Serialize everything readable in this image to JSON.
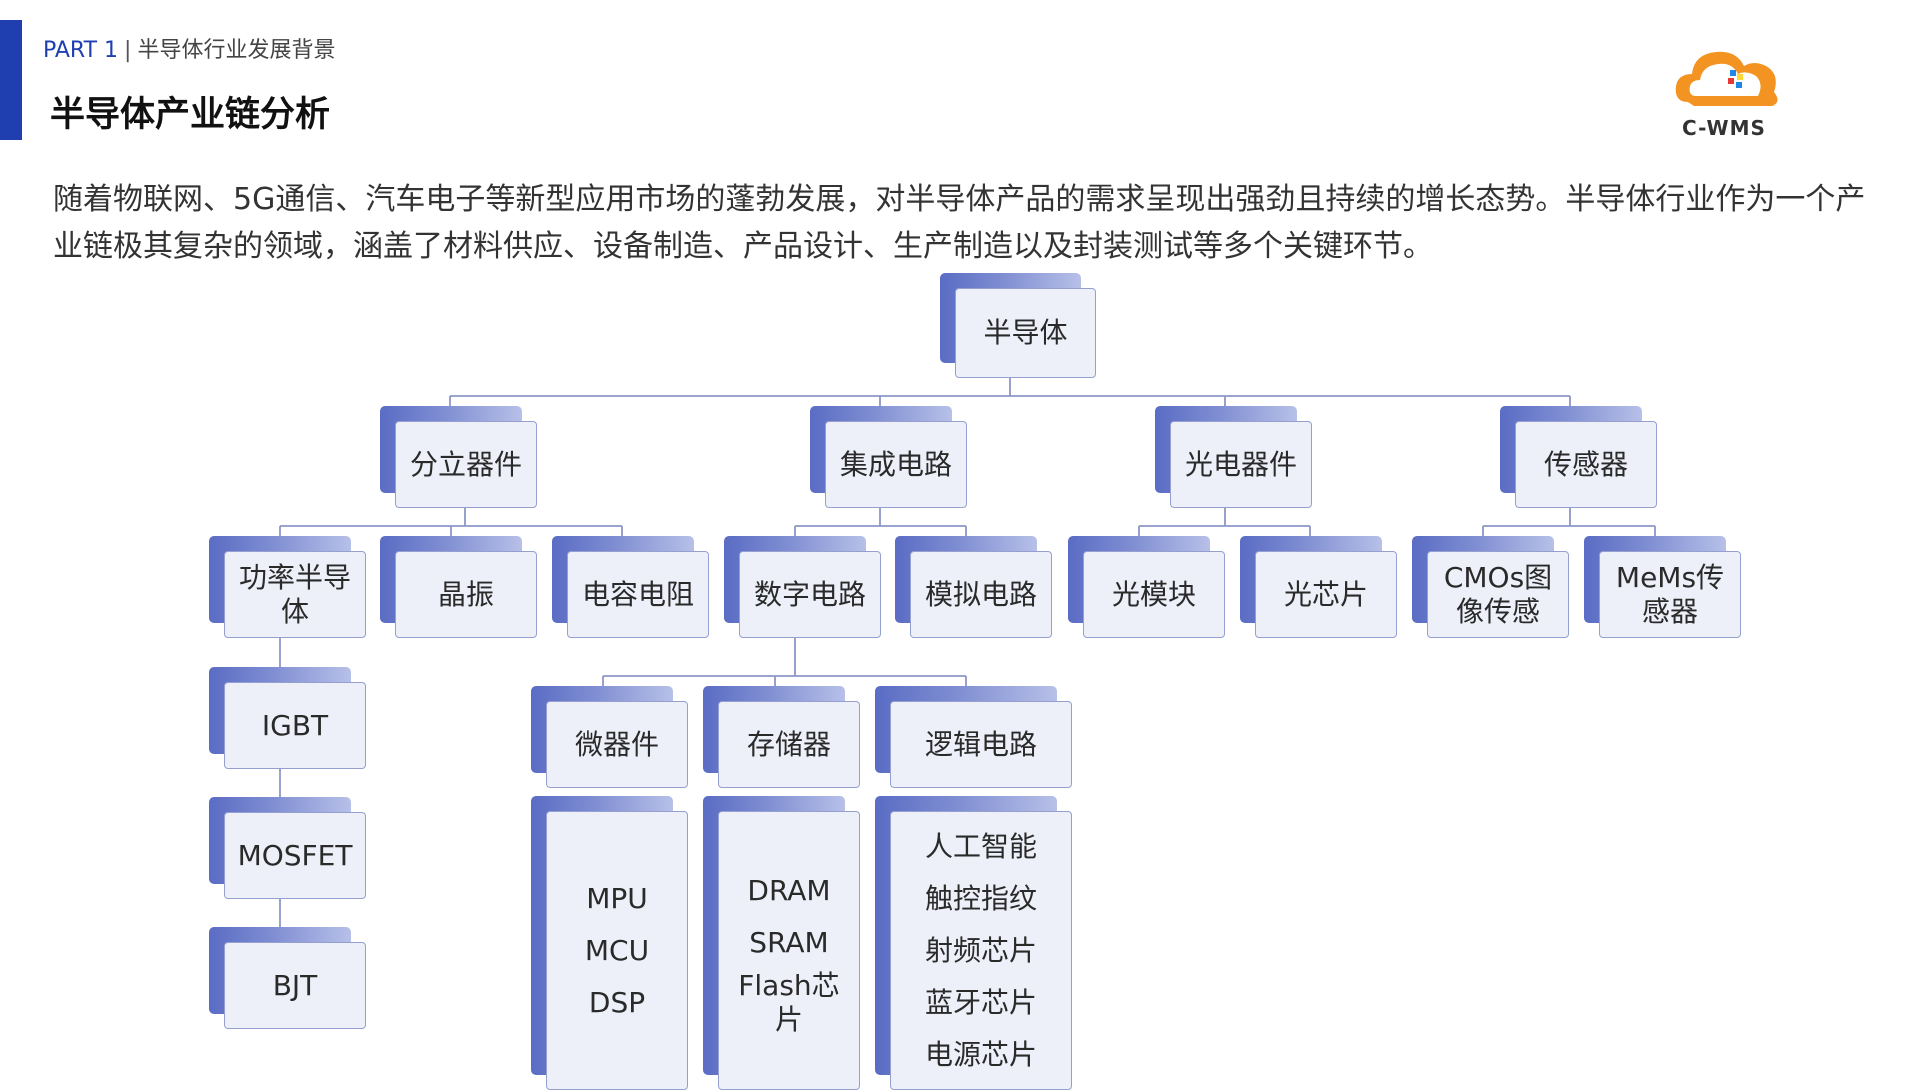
{
  "header": {
    "part_label": "PART 1",
    "separator": "|",
    "part_title": "半导体行业发展背景",
    "title": "半导体产业链分析",
    "logo_text": "C-WMS"
  },
  "intro": "随着物联网、5G通信、汽车电子等新型应用市场的蓬勃发展，对半导体产品的需求呈现出强劲且持续的增长态势。半导体行业作为一个产业链极其复杂的领域，涵盖了材料供应、设备制造、产品设计、生产制造以及封装测试等多个关键环节。",
  "tree": {
    "root": "半导体",
    "level1": [
      "分立器件",
      "集成电路",
      "光电器件",
      "传感器"
    ],
    "discrete": [
      "功率半导体",
      "晶振",
      "电容电阻"
    ],
    "ic": [
      "数字电路",
      "模拟电路"
    ],
    "opto": [
      "光模块",
      "光芯片"
    ],
    "sensor": [
      "CMOs图像传感",
      "MeMs传感器"
    ],
    "power": [
      "IGBT",
      "MOSFET",
      "BJT"
    ],
    "digital": [
      "微器件",
      "存储器",
      "逻辑电路"
    ],
    "micro_items": [
      "MPU",
      "MCU",
      "DSP"
    ],
    "memory_items": [
      "DRAM",
      "SRAM",
      "Flash芯片"
    ],
    "logic_items": [
      "人工智能",
      "触控指纹",
      "射频芯片",
      "蓝牙芯片",
      "电源芯片"
    ]
  },
  "colors": {
    "accent": "#1f3fb0",
    "node_back": "#6a7bc9",
    "node_front": "#eef0f9",
    "connector": "#8c97c8"
  }
}
